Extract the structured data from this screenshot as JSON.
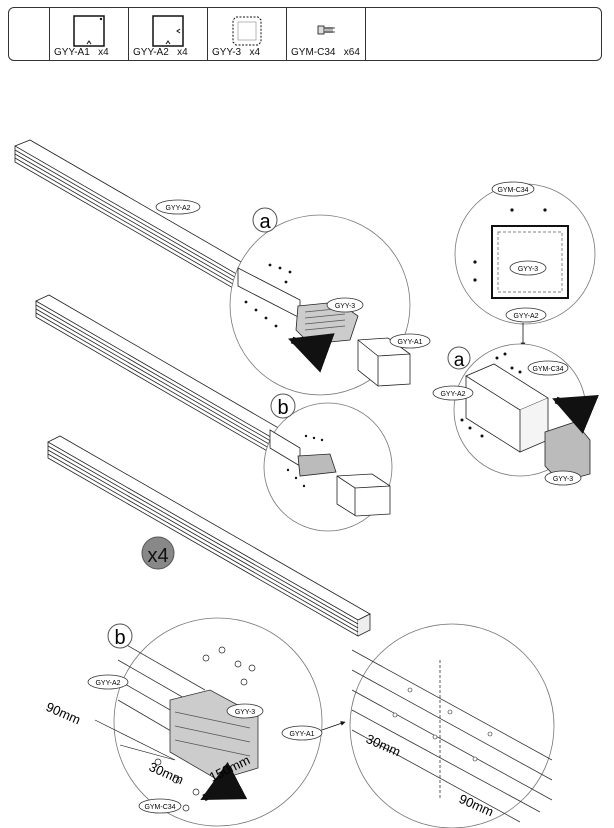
{
  "parts": [
    {
      "code": "GYY-A1",
      "qty": "x4",
      "icon": "square-plate-icon"
    },
    {
      "code": "GYY-A2",
      "qty": "x4",
      "icon": "square-plate-icon"
    },
    {
      "code": "GYY-3",
      "qty": "x4",
      "icon": "corner-connector-icon"
    },
    {
      "code": "GYM-C34",
      "qty": "x64",
      "icon": "screw-icon"
    }
  ],
  "labels": {
    "gyy_a2": "GYY-A2",
    "gyy_3": "GYY-3",
    "gyy_a1": "GYY-A1",
    "gym_c34": "GYM-C34",
    "step_a": "a",
    "step_b": "b",
    "multiplier": "x4"
  },
  "dims": {
    "d90": "90mm",
    "d30": "30mm",
    "d150": "150mm"
  }
}
